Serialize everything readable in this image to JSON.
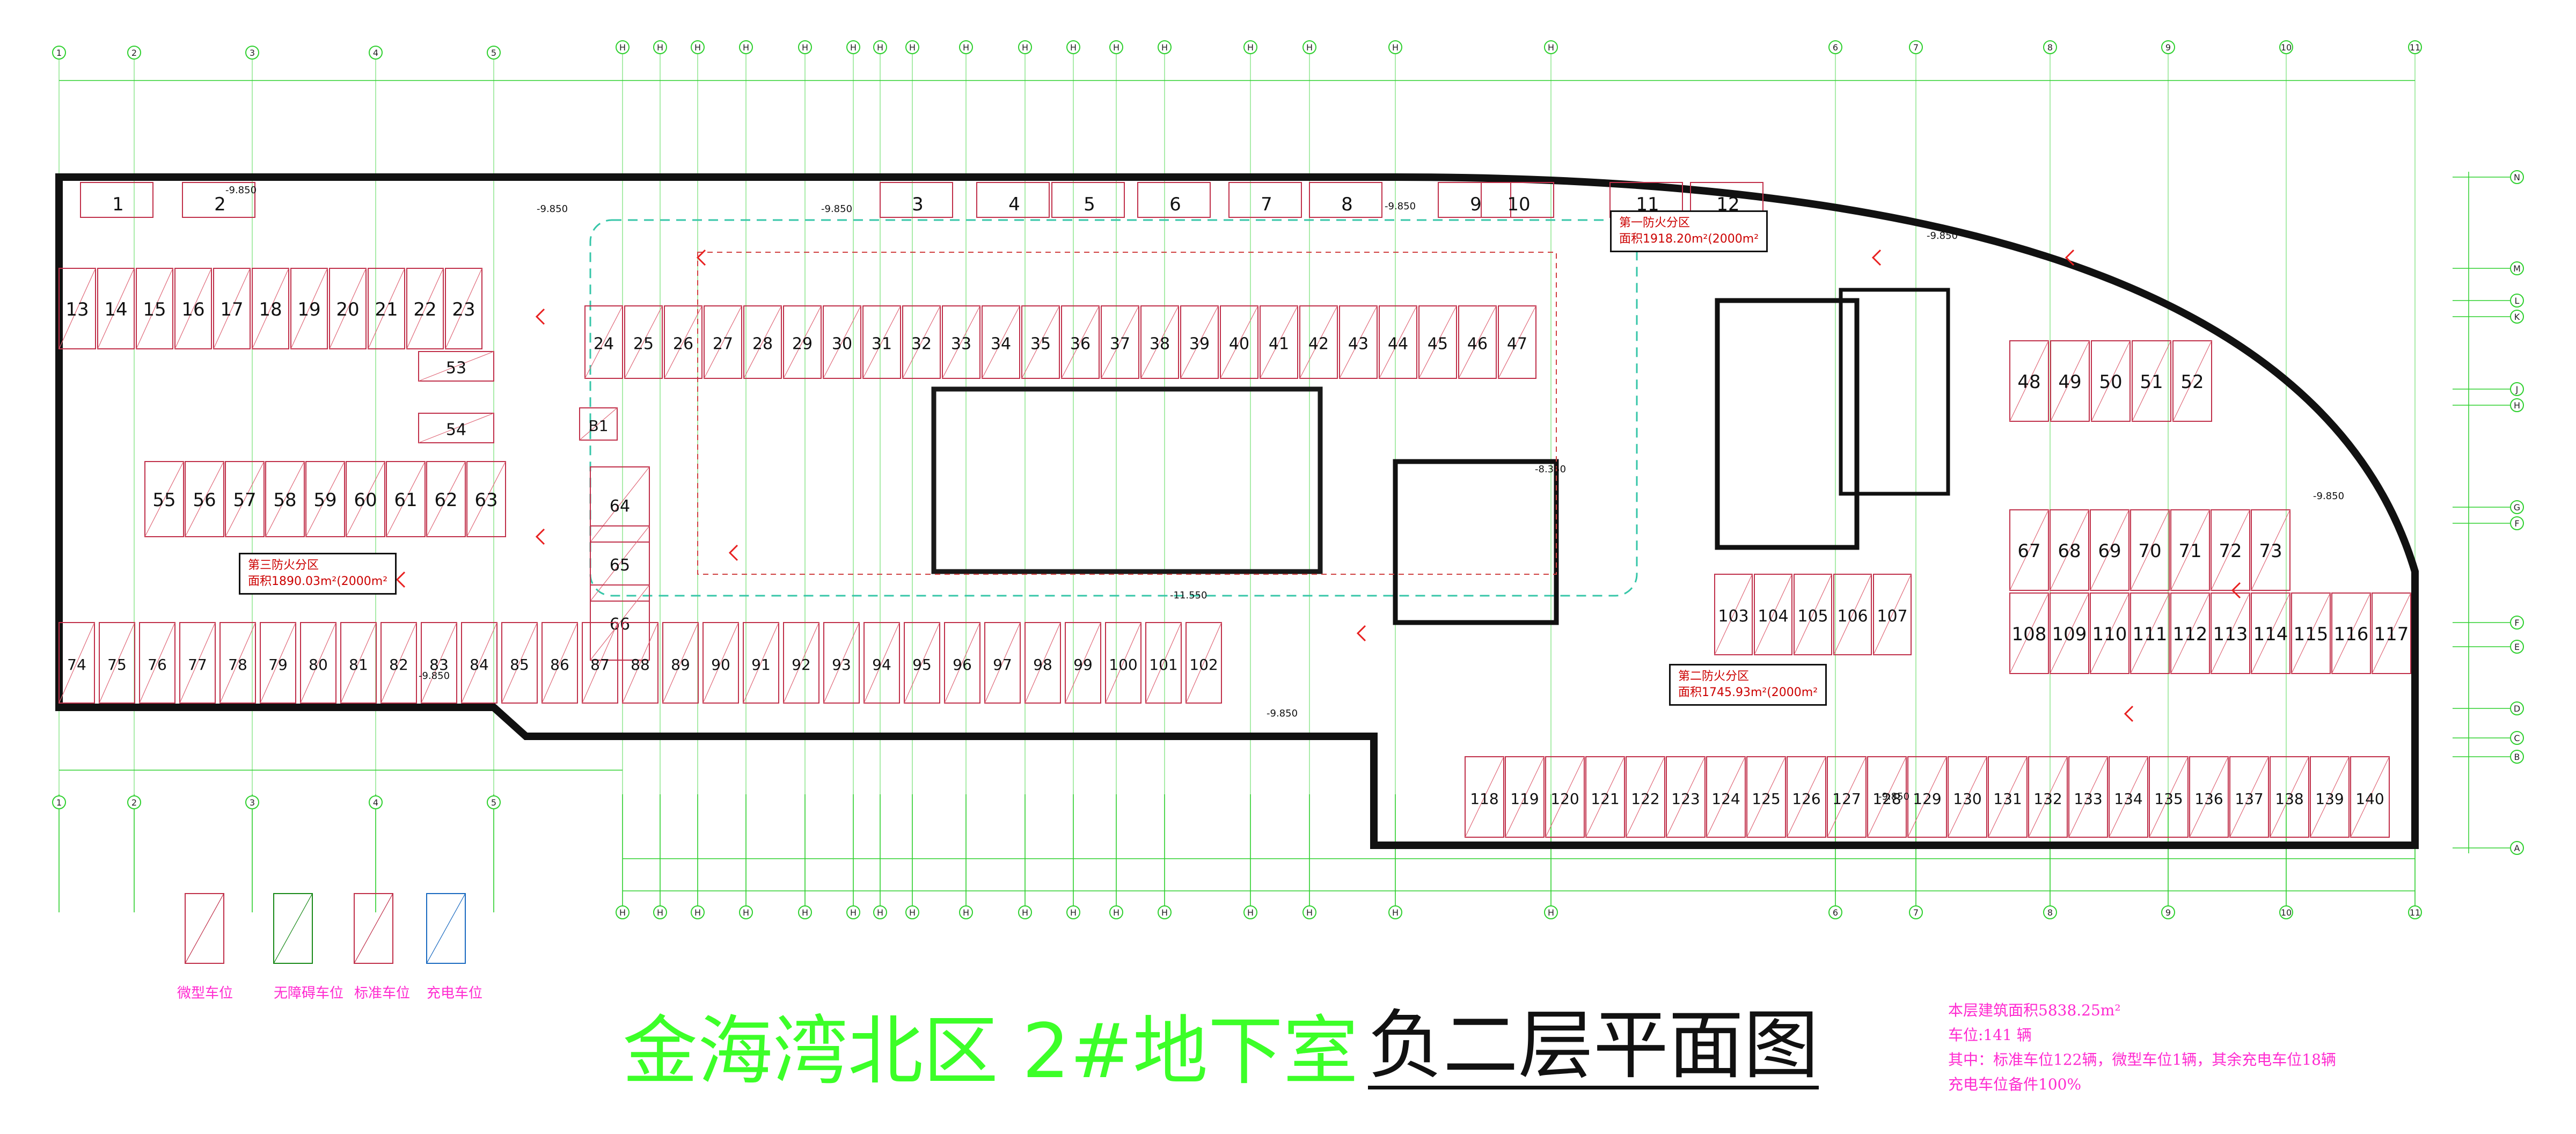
{
  "title": {
    "main": "金海湾北区  2#地下室",
    "sub": "负二层平面图"
  },
  "stats": {
    "area_text": "本层建筑面积5838.25m²",
    "spaces_text": "车位:141 辆",
    "breakdown_text": "其中：标准车位122辆，微型车位1辆，其余充电车位18辆",
    "charging_text": "充电车位备件100%"
  },
  "legend": {
    "micro": "微型车位",
    "accessible": "无障碍车位",
    "standard": "标准车位",
    "charging": "充电车位"
  },
  "fire_zones": [
    {
      "name": "第一防火分区",
      "area": "面积1918.20m²(2000m²"
    },
    {
      "name": "第二防火分区",
      "area": "面积1745.93m²(2000m²"
    },
    {
      "name": "第三防火分区",
      "area": "面积1890.03m²(2000m²"
    }
  ],
  "grid": {
    "columns": [
      "1",
      "2",
      "3",
      "4",
      "5",
      "H",
      "H",
      "H",
      "H",
      "H",
      "H",
      "H",
      "H",
      "H",
      "H",
      "H",
      "H",
      "H",
      "H",
      "H",
      "H",
      "H",
      "6",
      "7",
      "8",
      "9",
      "10",
      "11"
    ],
    "rows": [
      "N",
      "M",
      "L",
      "K",
      "J",
      "H",
      "G",
      "F",
      "F",
      "E",
      "D",
      "C",
      "B",
      "A"
    ]
  },
  "elevations": [
    "-9.850",
    "-9.850",
    "-9.850",
    "-9.850",
    "-9.850",
    "-9.850",
    "-9.850",
    "-9.850",
    "-8.350",
    "-11.550",
    "-9.850"
  ],
  "stalls": {
    "top_row": [
      "1",
      "2",
      "3",
      "4",
      "5",
      "6",
      "7",
      "8",
      "9",
      "10",
      "11",
      "12"
    ],
    "left_upper": [
      "13",
      "14",
      "15",
      "16",
      "17",
      "18",
      "19",
      "20",
      "21",
      "22",
      "23"
    ],
    "mid_top": [
      "24",
      "25",
      "26",
      "27",
      "28",
      "29",
      "30",
      "31",
      "32",
      "33",
      "34",
      "35",
      "36",
      "37",
      "38",
      "39",
      "40",
      "41",
      "42",
      "43",
      "44",
      "45",
      "46",
      "47"
    ],
    "right_upper": [
      "48",
      "49",
      "50",
      "51",
      "52"
    ],
    "left_side": [
      "53",
      "54"
    ],
    "left_mid": [
      "55",
      "56",
      "57",
      "58",
      "59",
      "60",
      "61",
      "62",
      "63"
    ],
    "center_a": [
      "64",
      "65",
      "66"
    ],
    "right_mid": [
      "67",
      "68",
      "69",
      "70",
      "71",
      "72",
      "73"
    ],
    "left_lower": [
      "74",
      "75",
      "76",
      "77",
      "78",
      "79",
      "80",
      "81",
      "82",
      "83",
      "84",
      "85",
      "86",
      "87",
      "88",
      "89",
      "90",
      "91",
      "92",
      "93",
      "94",
      "95",
      "96",
      "97",
      "98",
      "99",
      "100",
      "101",
      "102"
    ],
    "center_b": [
      "103",
      "104",
      "105",
      "106",
      "107"
    ],
    "right_lower": [
      "108",
      "109",
      "110",
      "111",
      "112",
      "113",
      "114",
      "115",
      "116",
      "117"
    ],
    "bottom_row": [
      "118",
      "119",
      "120",
      "121",
      "122",
      "123",
      "124",
      "125",
      "126",
      "127",
      "128",
      "129",
      "130",
      "131",
      "132",
      "133",
      "134",
      "135",
      "136",
      "137",
      "138",
      "139",
      "140"
    ],
    "extra": [
      "B1"
    ]
  },
  "colors": {
    "title_green": "#3cff28",
    "magenta": "#ff2ad0",
    "wall": "#111111",
    "grid": "#2fd02f"
  }
}
